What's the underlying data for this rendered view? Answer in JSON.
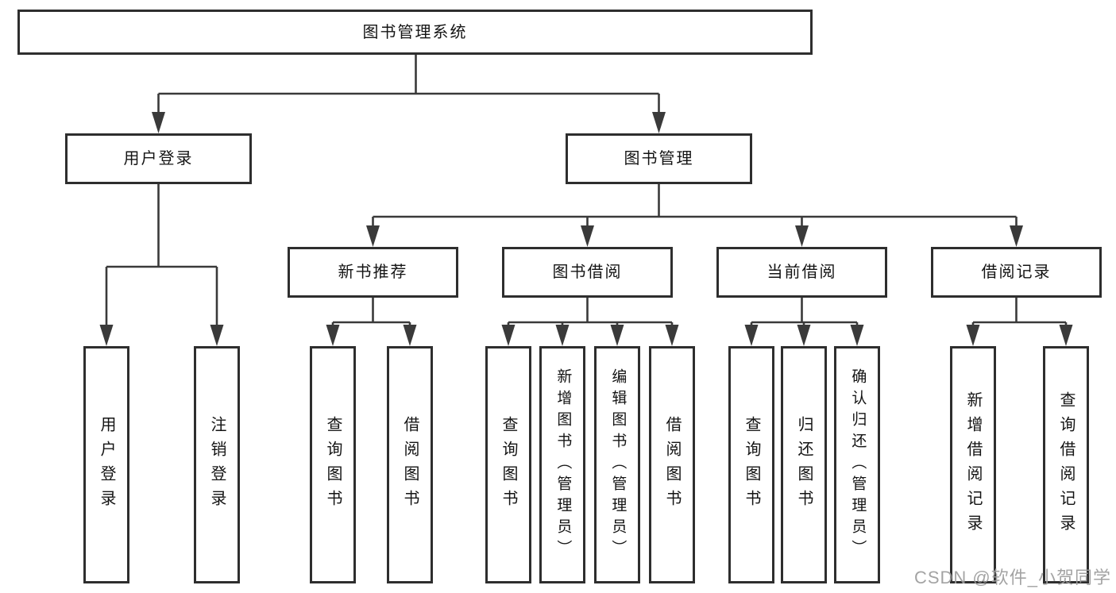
{
  "colors": {
    "line_color": "#3a3a3a",
    "border_color": "#2e2e2e",
    "text_color": "#141414",
    "background": "#ffffff",
    "watermark_color": "#9c9c9c"
  },
  "diagram": {
    "type": "hierarchy-tree",
    "title": "图书管理系统",
    "nodes": {
      "root": "图书管理系统",
      "user_login": "用户登录",
      "book_management": "图书管理",
      "new_book_recommend": "新书推荐",
      "book_borrowing": "图书借阅",
      "current_borrowing": "当前借阅",
      "borrowing_records": "借阅记录",
      "user_login_leaf": "用户登录",
      "logout": "注销登录",
      "recommend_query_books": "查询图书",
      "recommend_borrow_books": "借阅图书",
      "borrowing_query_books": "查询图书",
      "borrowing_add_books": "新增图书（管理员）",
      "borrowing_edit_books": "编辑图书（管理员）",
      "borrowing_borrow_books": "借阅图书",
      "current_query_books": "查询图书",
      "current_return_books": "归还图书",
      "current_confirm_return": "确认归还（管理员）",
      "records_add_record": "新增借阅记录",
      "records_query_record": "查询借阅记录"
    },
    "hierarchy": {
      "root": [
        "user_login",
        "book_management"
      ],
      "user_login": [
        "user_login_leaf",
        "logout"
      ],
      "book_management": [
        "new_book_recommend",
        "book_borrowing",
        "current_borrowing",
        "borrowing_records"
      ],
      "new_book_recommend": [
        "recommend_query_books",
        "recommend_borrow_books"
      ],
      "book_borrowing": [
        "borrowing_query_books",
        "borrowing_add_books",
        "borrowing_edit_books",
        "borrowing_borrow_books"
      ],
      "current_borrowing": [
        "current_query_books",
        "current_return_books",
        "current_confirm_return"
      ],
      "borrowing_records": [
        "records_add_record",
        "records_query_record"
      ]
    }
  },
  "watermark": {
    "text": "CSDN @软件_小贺同学"
  }
}
